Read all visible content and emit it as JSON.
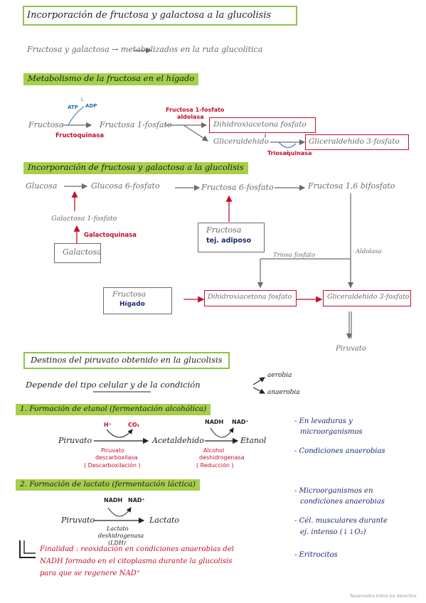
{
  "title": "Incorporación de fructosa y galactosa a la glucolisis",
  "intro": "Fructosa y galactosa → metabolizados en la ruta glucolitica",
  "sec1": {
    "heading": "Metabolismo de la fructosa en el hígado",
    "atp": "ATP",
    "adp": "ADP",
    "one": "1.",
    "fructosa": "Fructosa",
    "fructoquinasa": "Fructoquinasa",
    "f1p": "Fructosa 1-fosfato",
    "f1p_aldolasa_1": "Fructosa 1-fosfato",
    "f1p_aldolasa_2": "aldolasa",
    "two": "2.",
    "dhap": "Dihidroxiacetona fosfato",
    "gliceraldehido": "Gliceraldehido",
    "g3p": "Gliceraldehido 3-fosfato",
    "triosaquinasa": "Triosaquinasa"
  },
  "sec2": {
    "heading": "Incorporación de fructosa y galactosa a la glucolisis",
    "glucosa": "Glucosa",
    "g6p": "Glucosa 6-fosfato",
    "f6p": "Fructosa 6-fosfato",
    "f16bp": "Fructosa 1,6 bifosfato",
    "gal1p": "Galactosa 1-fosfato",
    "galactoquinasa": "Galactoquinasa",
    "galactosa": "Galactosa",
    "fructosa_adip": "Fructosa",
    "tej_adiposo": "tej. adiposo",
    "triosa_fosfato": "Triosa fosfato",
    "aldolasa": "Aldolasa",
    "fructosa_hig": "Fructosa",
    "higado": "Hígado",
    "dhap": "Dihidroxiacetona fosfato",
    "g3p": "Gliceraldehido 3-fosfato",
    "piruvato": "Piruvato"
  },
  "sec3": {
    "heading": "Destinos del piruvato obtenido en la glucolisis",
    "depende": "Depende del tipo celular y de la condición",
    "aerobia": "aerobia",
    "anaerobia": "anaerobia",
    "sub1": "1. Formación de etanol (fermentación alcohólica)",
    "piruvato1": "Piruvato",
    "h_plus": "H⁺",
    "co2": "CO₂",
    "acetaldehido": "Acetaldehido",
    "nadh1": "NADH",
    "nad1": "NAD⁺",
    "etanol": "Etanol",
    "enz1_1": "Piruvato",
    "enz1_2": "descarboxilasa",
    "enz1_3": "( Descarboxilación )",
    "enz2_1": "Alcohol",
    "enz2_2": "deshidrogenasa",
    "enz2_3": "( Reducción )",
    "b1": "- En levaduras y",
    "b1b": "microorganismos",
    "b2": "- Condiciones anaerobias",
    "sub2": "2. Formación de lactato (fermentación láctica)",
    "nadh2": "NADH",
    "nad2": "NAD⁺",
    "piruvato2": "Piruvato",
    "lactato": "Lactato",
    "ldh_1": "Lactato",
    "ldh_2": "deshidrogenasa",
    "ldh_3": "(LDH)",
    "b3": "- Microorganismos en",
    "b3b": "condiciones anaerobias",
    "b4": "- Cél. musculares durante",
    "b4b": "ej. intenso (↓↓O₂)",
    "b5": "- Eritrocitos",
    "fin_1": "Finalidad : reoxidación en condiciones anaerobias del",
    "fin_2": "NADH formado en el citoplasma durante la glucolisis",
    "fin_3": "para que se regenere NAD⁺"
  },
  "footer": "Reservados todos los derechos."
}
